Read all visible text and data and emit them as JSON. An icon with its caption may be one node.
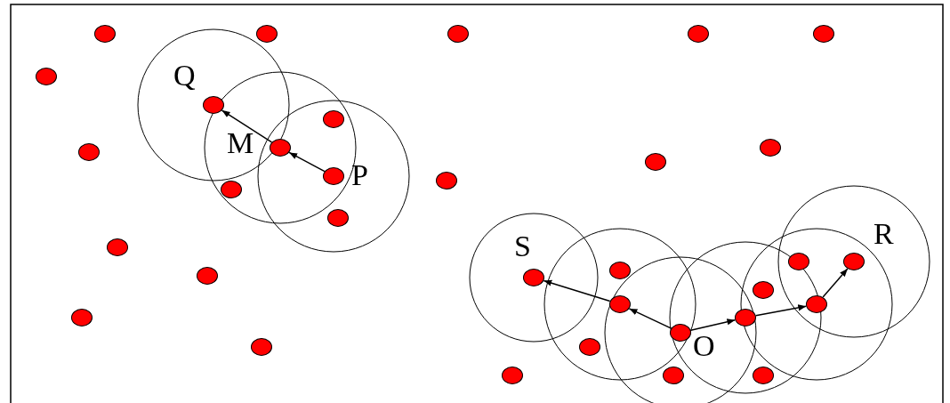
{
  "diagram": {
    "nodes": [
      {
        "text": [],
        "shape": "circle"
      },
      {
        "text": [],
        "shape": "circle"
      },
      {
        "text": [],
        "shape": "circle"
      },
      {
        "text": [],
        "shape": "circle"
      },
      {
        "text": [],
        "shape": "circle"
      },
      {
        "text": [],
        "shape": "circle"
      },
      {
        "text": [
          "Q"
        ]
      },
      {
        "text": [],
        "shape": "circle"
      },
      {
        "text": [
          "M"
        ]
      },
      {
        "text": [],
        "shape": "circle"
      },
      {
        "text": [],
        "shape": "circle"
      },
      {
        "text": [],
        "shape": "circle"
      },
      {
        "text": [
          "P"
        ]
      },
      {
        "text": [],
        "shape": "circle"
      },
      {
        "text": [],
        "shape": "circle"
      },
      {
        "text": [],
        "shape": "circle"
      },
      {
        "text": [],
        "shape": "circle"
      },
      {
        "text": [
          "R"
        ]
      },
      {
        "text": [],
        "shape": "circle"
      },
      {
        "text": [],
        "shape": "circle"
      },
      {
        "text": [
          "S"
        ]
      },
      {
        "text": [],
        "shape": "circle"
      },
      {
        "text": [],
        "shape": "circle"
      },
      {
        "text": [],
        "shape": "circle"
      },
      {
        "text": [],
        "shape": "circle"
      },
      {
        "text": [],
        "shape": "circle"
      },
      {
        "text": [],
        "shape": "circle"
      },
      {
        "text": [
          "O"
        ]
      },
      {
        "text": [],
        "shape": "circle"
      },
      {
        "text": [],
        "shape": "circle"
      },
      {
        "text": [],
        "shape": "circle"
      },
      {
        "text": [],
        "shape": "circle"
      },
      {
        "text": [],
        "shape": "circle"
      }
    ],
    "edges": [
      {
        "from": 12,
        "to": 8,
        "arrow": "to"
      },
      {
        "from": 8,
        "to": 6,
        "arrow": "to"
      },
      {
        "from": 27,
        "to": 23,
        "arrow": "to"
      },
      {
        "from": 23,
        "to": 20,
        "arrow": "to"
      },
      {
        "from": 27,
        "to": 26,
        "arrow": "to"
      },
      {
        "from": 26,
        "to": 24,
        "arrow": "to"
      },
      {
        "from": 24,
        "to": 17,
        "arrow": "to"
      }
    ]
  }
}
